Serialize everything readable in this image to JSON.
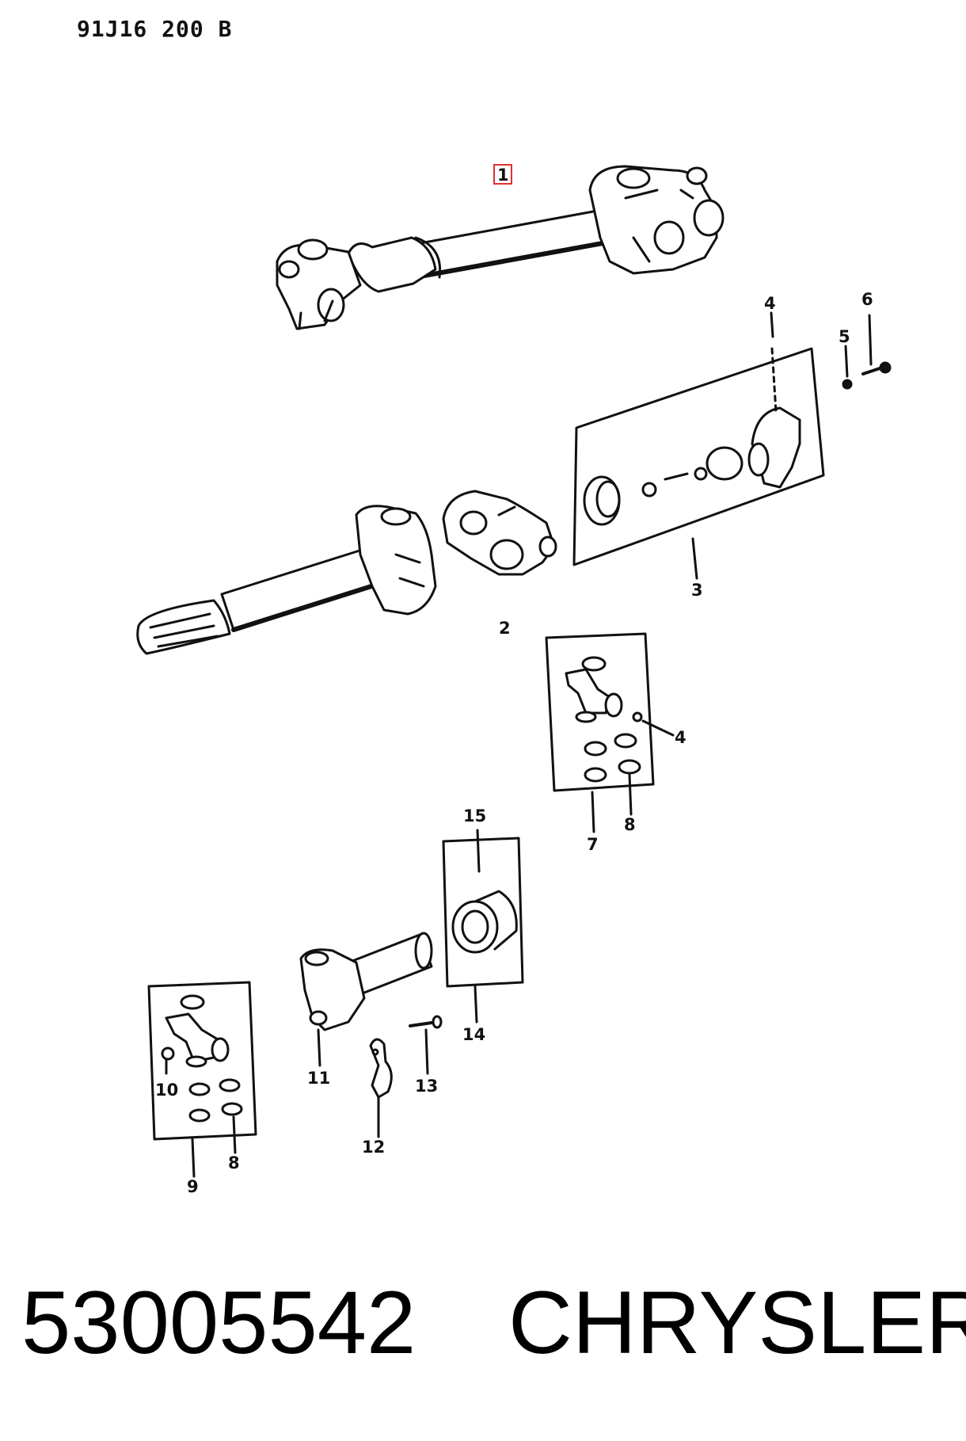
{
  "diagram": {
    "header_code": "91J16 200 B",
    "callouts": {
      "c1": "1",
      "c2": "2",
      "c3": "3",
      "c4a": "4",
      "c4b": "4",
      "c5": "5",
      "c6": "6",
      "c7": "7",
      "c8a": "8",
      "c8b": "8",
      "c9": "9",
      "c10": "10",
      "c11": "11",
      "c12": "12",
      "c13": "13",
      "c14": "14",
      "c15": "15"
    },
    "highlighted_callout": "1",
    "highlight_color": "#e03030"
  },
  "footer": {
    "part_number": "53005542",
    "brand": "CHRYSLER"
  }
}
